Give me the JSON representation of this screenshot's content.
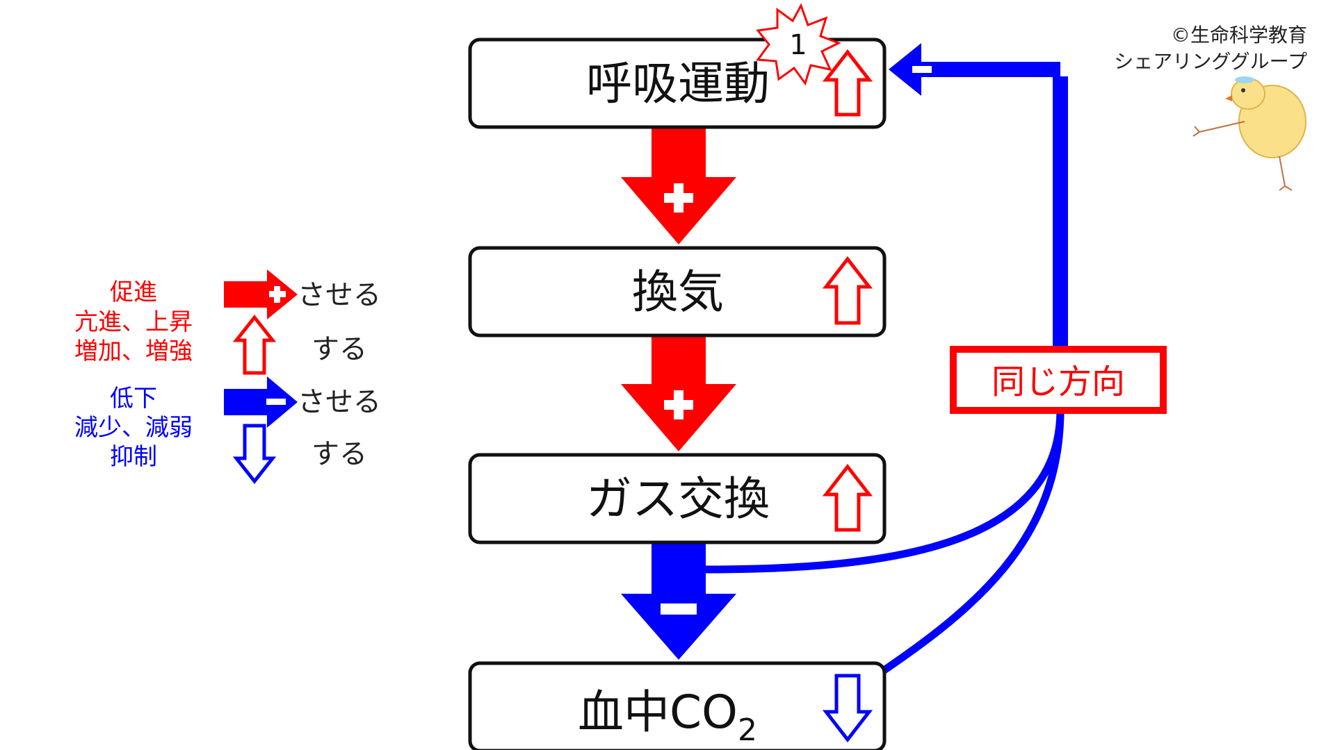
{
  "copyright": {
    "line1": "©生命科学教育",
    "line2": "シェアリンググループ"
  },
  "nodes": [
    {
      "label": "呼吸運動",
      "trend": "up"
    },
    {
      "label": "換気",
      "trend": "up"
    },
    {
      "label": "ガス交換",
      "trend": "up"
    },
    {
      "label": "血中CO",
      "subscript": "2",
      "trend": "down"
    }
  ],
  "badge": {
    "text": "1"
  },
  "feedback": {
    "label": "同じ方向",
    "sign": "−"
  },
  "connectors": [
    {
      "from": "呼吸運動",
      "to": "換気",
      "effect": "plus"
    },
    {
      "from": "換気",
      "to": "ガス交換",
      "effect": "plus"
    },
    {
      "from": "ガス交換",
      "to": "血中CO2",
      "effect": "minus"
    }
  ],
  "legend": {
    "promote_label": "促進",
    "promote_suffix": "させる",
    "increase_line1": "亢進、上昇",
    "increase_line2": "増加、増強",
    "increase_suffix": "する",
    "reduce_label": "低下",
    "reduce_suffix": "させる",
    "decrease_line1": "減少、減弱",
    "decrease_line2": "抑制",
    "decrease_suffix": "する"
  },
  "colors": {
    "positive": "#ff0000",
    "negative": "#0000ff",
    "box_border": "#111111"
  }
}
